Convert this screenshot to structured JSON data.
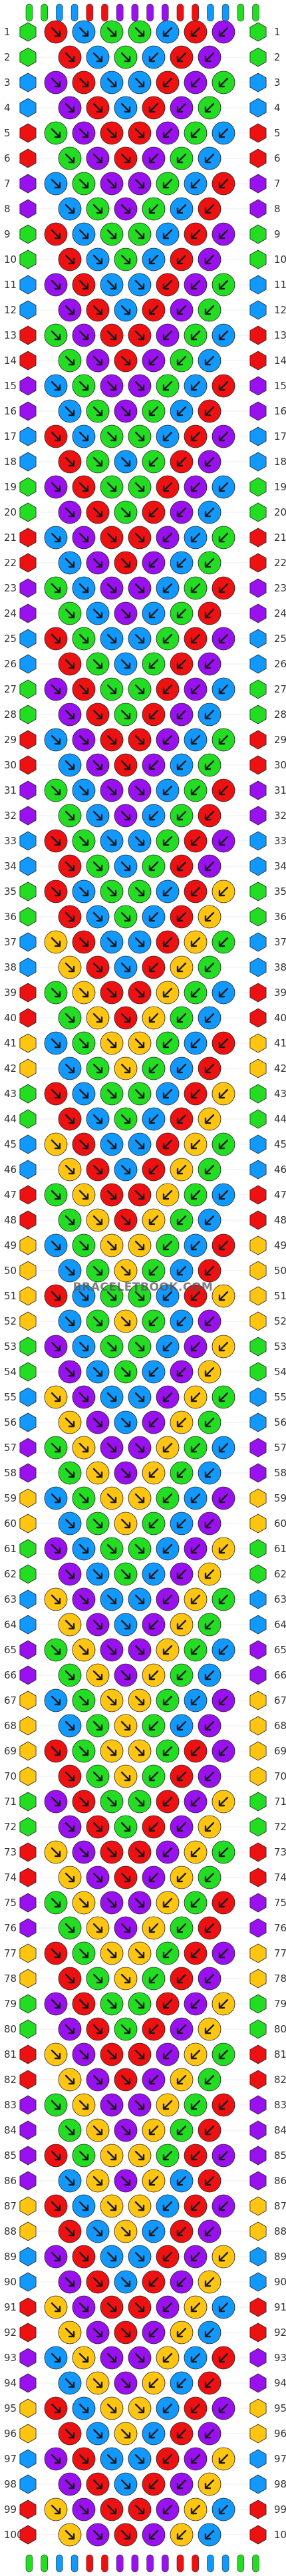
{
  "watermark": "BRACELETBOOK.COM",
  "row_labels": [
    "1",
    "2",
    "3",
    "4",
    "5",
    "6",
    "7",
    "8",
    "9",
    "10",
    "11",
    "12",
    "13",
    "14",
    "15",
    "16",
    "17",
    "18",
    "19",
    "20",
    "21",
    "22",
    "23",
    "24",
    "25",
    "26",
    "27",
    "28",
    "29",
    "30",
    "31",
    "32",
    "33",
    "34",
    "35",
    "36",
    "37",
    "38",
    "39",
    "40",
    "41",
    "42",
    "43",
    "44",
    "45",
    "46",
    "47",
    "48",
    "49",
    "50",
    "51",
    "52",
    "53",
    "54",
    "55",
    "56",
    "57",
    "58",
    "59",
    "60",
    "61",
    "62",
    "63",
    "64",
    "65",
    "66",
    "67",
    "68",
    "69",
    "70",
    "71",
    "72",
    "73",
    "74",
    "75",
    "76",
    "77",
    "78",
    "79",
    "80",
    "81",
    "82",
    "83",
    "84",
    "85",
    "86",
    "87",
    "88",
    "89",
    "90",
    "91",
    "92",
    "93",
    "94",
    "95",
    "96",
    "97",
    "98",
    "99",
    "100"
  ],
  "colors": {
    "green": "#22dd22",
    "blue": "#1199ff",
    "red": "#ee1111",
    "purple": "#9911ee",
    "yellow": "#ffc511"
  },
  "strings": [
    "green",
    "blue",
    "red",
    "purple",
    "purple",
    "red",
    "blue",
    "green"
  ],
  "knot_icon": "arrow-icon",
  "edge_icon": "edge-hex-icon"
}
